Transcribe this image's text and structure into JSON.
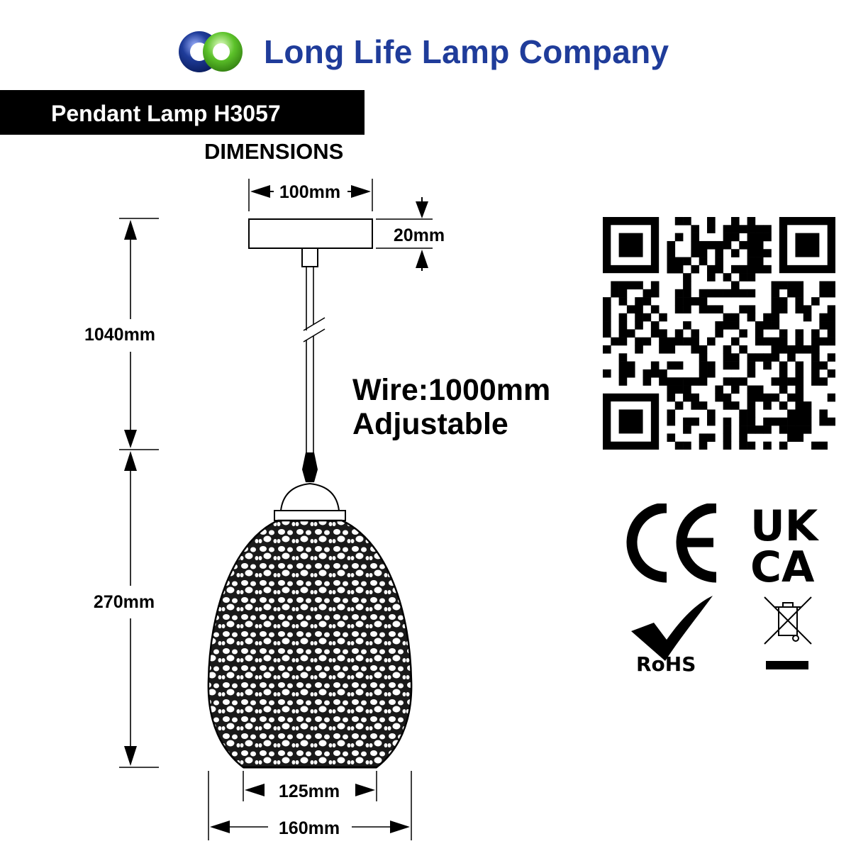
{
  "header": {
    "company_name": "Long Life Lamp Company",
    "brand_colors": {
      "blue": "#1f3c9a",
      "green": "#5cc22a"
    }
  },
  "product": {
    "title": "Pendant Lamp H3057"
  },
  "dimensions": {
    "heading": "DIMENSIONS",
    "ceiling_width": "100mm",
    "ceiling_height": "20mm",
    "cord_length": "1040mm",
    "shade_height": "270mm",
    "shade_bottom": "125mm",
    "shade_width": "160mm"
  },
  "wire": {
    "line1": "Wire:1000mm",
    "line2": "Adjustable"
  },
  "certifications": {
    "ce": "CE",
    "ukca_line1": "UK",
    "ukca_line2": "CA",
    "rohs": "RoHS",
    "weee": "weee-bin-icon"
  }
}
